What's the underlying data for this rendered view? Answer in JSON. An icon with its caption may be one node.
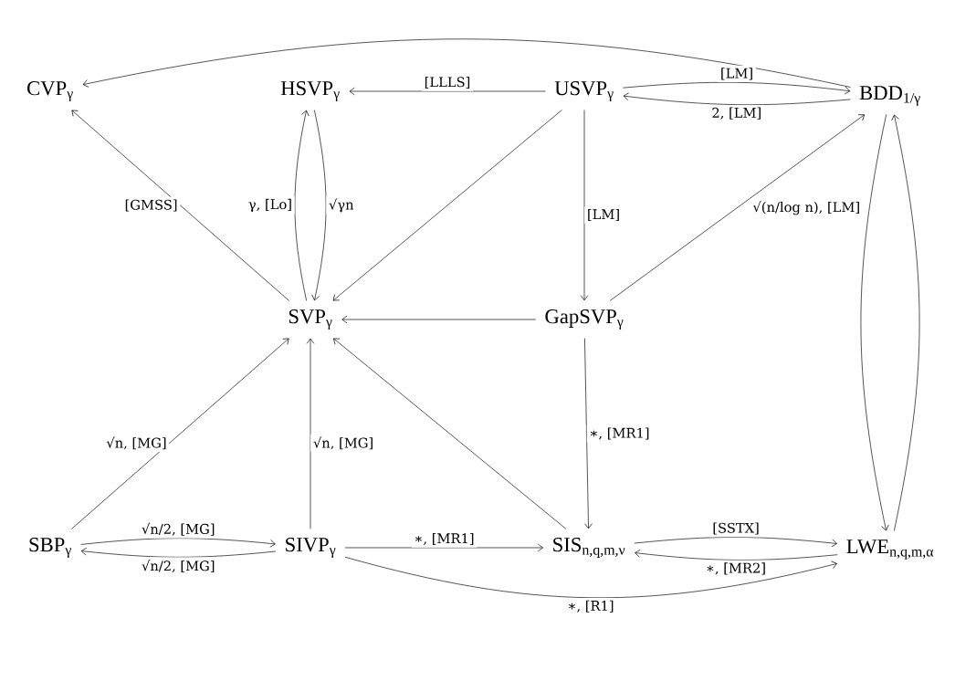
{
  "diagram": {
    "nodes": [
      {
        "text": [
          "CVP$_{γ}$"
        ]
      },
      {
        "text": [
          "HSVP$_{γ}$"
        ]
      },
      {
        "text": [
          "USVP$_{γ}$"
        ]
      },
      {
        "text": [
          "BDD$_{1/γ}$"
        ]
      },
      {
        "text": [
          "SVP$_{γ}$"
        ]
      },
      {
        "text": [
          "GapSVP$_{γ}$"
        ]
      },
      {
        "text": [
          "SBP$_{γ}$"
        ]
      },
      {
        "text": [
          "SIVP$_{γ}$"
        ]
      },
      {
        "text": [
          "SIS$_{n,q,m,ν}$"
        ]
      },
      {
        "text": [
          "LWE$_{n,q,m,α}$"
        ]
      }
    ],
    "edges": [
      {
        "from": 3,
        "to": 0,
        "arrow": "to"
      },
      {
        "from": 2,
        "to": 1,
        "arrow": "to",
        "label": "[LLLS]"
      },
      {
        "from": 2,
        "to": 3,
        "arrow": "to",
        "label": "[LM]"
      },
      {
        "from": 3,
        "to": 2,
        "arrow": "to",
        "label": "2, [LM]"
      },
      {
        "from": 4,
        "to": 0,
        "arrow": "to",
        "label": "[GMSS]"
      },
      {
        "from": 4,
        "to": 1,
        "arrow": "to",
        "label": "γ, [Lo]"
      },
      {
        "from": 1,
        "to": 4,
        "arrow": "to",
        "label": "√γn"
      },
      {
        "from": 2,
        "to": 4,
        "arrow": "to"
      },
      {
        "from": 2,
        "to": 5,
        "arrow": "to",
        "label": "[LM]"
      },
      {
        "from": 5,
        "to": 3,
        "arrow": "to",
        "label": "√(n/log n), [LM]"
      },
      {
        "from": 5,
        "to": 4,
        "arrow": "to"
      },
      {
        "from": 6,
        "to": 4,
        "arrow": "to",
        "label": "√n, [MG]"
      },
      {
        "from": 7,
        "to": 4,
        "arrow": "to",
        "label": "√n, [MG]"
      },
      {
        "from": 8,
        "to": 4,
        "arrow": "to"
      },
      {
        "from": 5,
        "to": 8,
        "arrow": "to",
        "label": "∗, [MR1]"
      },
      {
        "from": 6,
        "to": 7,
        "arrow": "to",
        "label": "√n/2, [MG]"
      },
      {
        "from": 7,
        "to": 6,
        "arrow": "to",
        "label": "√n/2, [MG]"
      },
      {
        "from": 7,
        "to": 8,
        "arrow": "to",
        "label": "∗, [MR1]"
      },
      {
        "from": 8,
        "to": 9,
        "arrow": "to",
        "label": "[SSTX]"
      },
      {
        "from": 9,
        "to": 8,
        "arrow": "to",
        "label": "∗, [MR2]"
      },
      {
        "from": 7,
        "to": 9,
        "arrow": "to",
        "label": "∗, [R1]"
      },
      {
        "from": 3,
        "to": 9,
        "arrow": "to"
      },
      {
        "from": 9,
        "to": 3,
        "arrow": "to"
      }
    ]
  }
}
